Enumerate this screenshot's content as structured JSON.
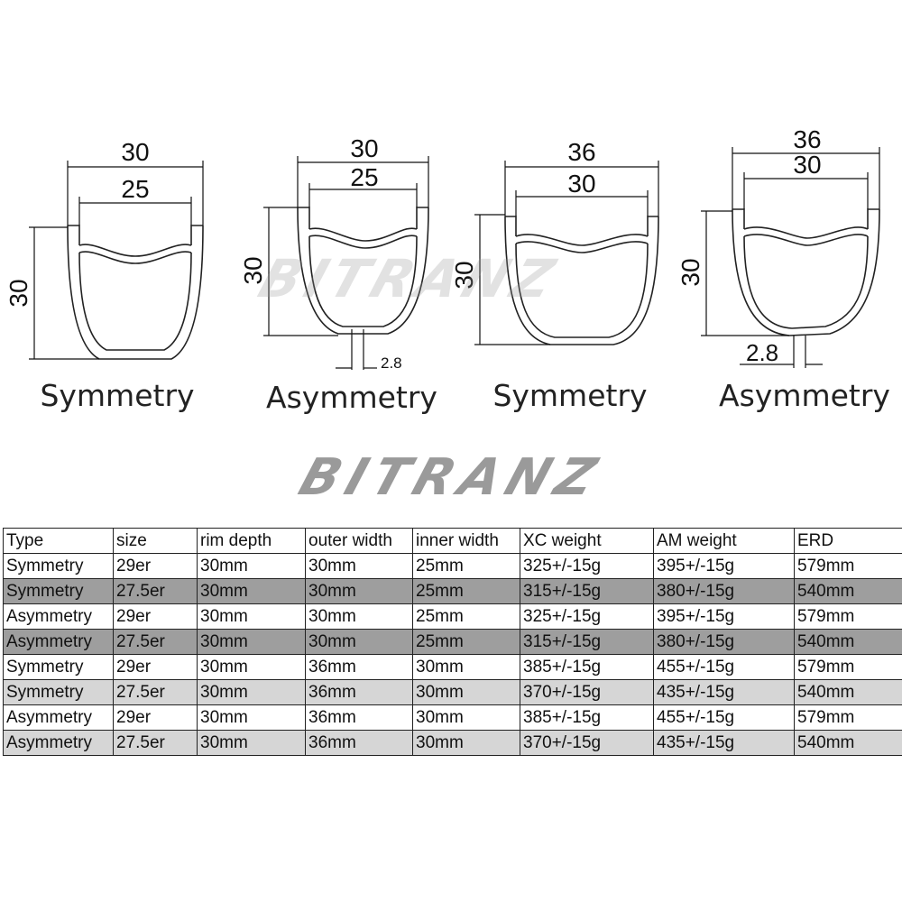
{
  "profiles": [
    {
      "type_label": "Symmetry",
      "outer_width": "30",
      "inner_width": "25",
      "depth": "30",
      "wall": ""
    },
    {
      "type_label": "Asymmetry",
      "outer_width": "30",
      "inner_width": "25",
      "depth": "30",
      "wall": "2.8"
    },
    {
      "type_label": "Symmetry",
      "outer_width": "36",
      "inner_width": "30",
      "depth": "30",
      "wall": ""
    },
    {
      "type_label": "Asymmetry",
      "outer_width": "36",
      "inner_width": "30",
      "depth": "30",
      "wall": "2.8"
    }
  ],
  "brand": "BITRANZ",
  "table": {
    "headers": [
      "Type",
      "size",
      "rim depth",
      "outer width",
      "inner width",
      "XC weight",
      "AM weight",
      "ERD"
    ],
    "rows": [
      {
        "shade": "white",
        "cells": [
          "Symmetry",
          "29er",
          "30mm",
          "30mm",
          "25mm",
          "325+/-15g",
          "395+/-15g",
          "579mm"
        ]
      },
      {
        "shade": "dark",
        "cells": [
          "Symmetry",
          "27.5er",
          "30mm",
          "30mm",
          "25mm",
          "315+/-15g",
          "380+/-15g",
          "540mm"
        ]
      },
      {
        "shade": "white",
        "cells": [
          "Asymmetry",
          "29er",
          "30mm",
          "30mm",
          "25mm",
          "325+/-15g",
          "395+/-15g",
          "579mm"
        ]
      },
      {
        "shade": "dark",
        "cells": [
          "Asymmetry",
          "27.5er",
          "30mm",
          "30mm",
          "25mm",
          "315+/-15g",
          "380+/-15g",
          "540mm"
        ]
      },
      {
        "shade": "white",
        "cells": [
          "Symmetry",
          "29er",
          "30mm",
          "36mm",
          "30mm",
          "385+/-15g",
          "455+/-15g",
          "579mm"
        ]
      },
      {
        "shade": "light",
        "cells": [
          "Symmetry",
          "27.5er",
          "30mm",
          "36mm",
          "30mm",
          "370+/-15g",
          "435+/-15g",
          "540mm"
        ]
      },
      {
        "shade": "white",
        "cells": [
          "Asymmetry",
          "29er",
          "30mm",
          "36mm",
          "30mm",
          "385+/-15g",
          "455+/-15g",
          "579mm"
        ]
      },
      {
        "shade": "light",
        "cells": [
          "Asymmetry",
          "27.5er",
          "30mm",
          "36mm",
          "30mm",
          "370+/-15g",
          "435+/-15g",
          "540mm"
        ]
      }
    ]
  }
}
